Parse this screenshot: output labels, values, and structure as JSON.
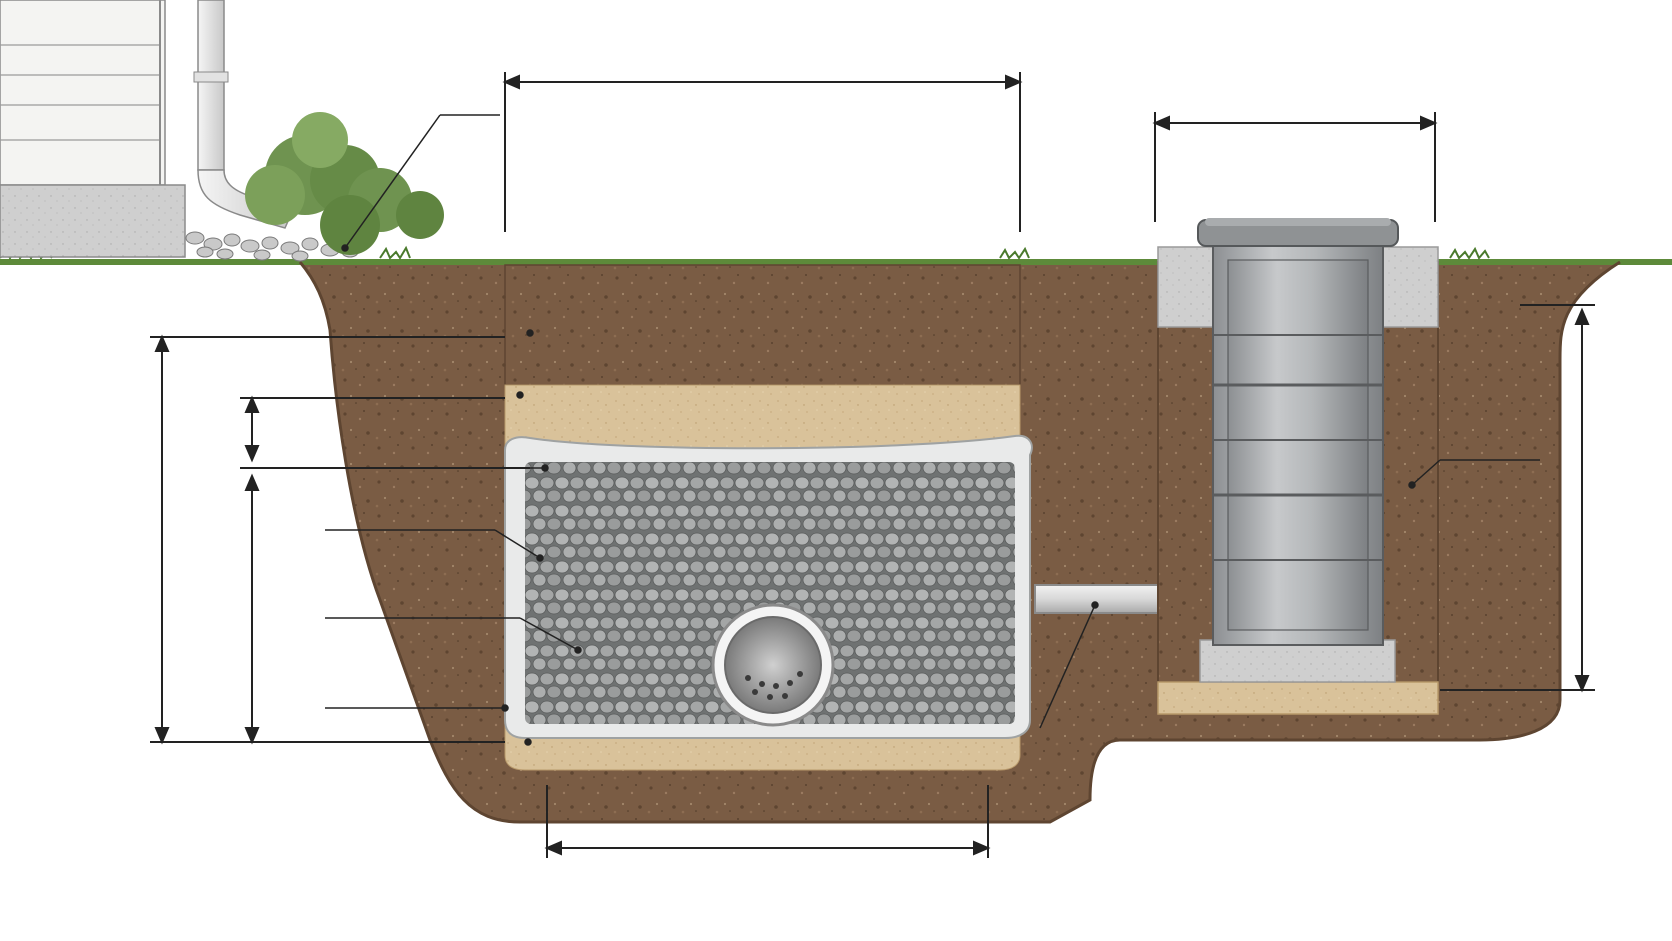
{
  "diagram": {
    "labels": [],
    "colors": {
      "soil": "#7a5c44",
      "soil_dark": "#5e4531",
      "sand": "#d9c29a",
      "sand_dark": "#c7ab7f",
      "gravel": "#a4a6a6",
      "gravel_dark": "#6f7272",
      "fabric": "#e9eaea",
      "grass": "#5d8a3a",
      "concrete": "#cfcfcf",
      "pipe": "#dcdcdc",
      "leader_line": "#222222",
      "siding": "#f4f4f2",
      "shrub": "#6f9350"
    },
    "components": [
      "house-wall",
      "downspout",
      "shrub",
      "splash-stones",
      "topsoil-backfill",
      "sand-layer",
      "filter-fabric",
      "gravel-bed",
      "perforated-pipe",
      "sand-bedding",
      "outlet-pipe",
      "dry-well-chamber",
      "dry-well-lid",
      "concrete-collar",
      "dry-well-sand-base"
    ],
    "icons": [
      "dimension-arrow",
      "leader-line"
    ]
  }
}
